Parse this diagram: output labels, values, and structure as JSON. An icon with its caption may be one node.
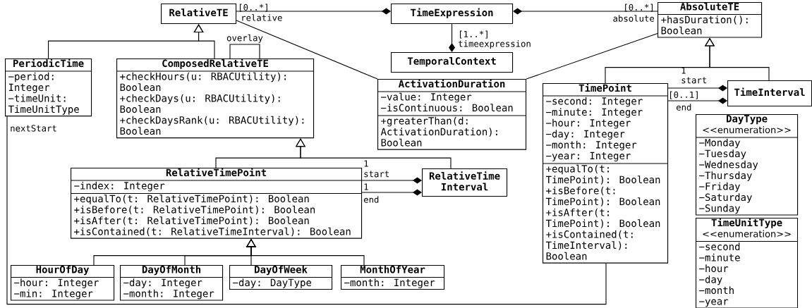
{
  "diagram": {
    "nodes": [
      {
        "text": [
          "RelativeTE"
        ]
      },
      {
        "text": [
          "TimeExpression"
        ]
      },
      {
        "text": [
          "AbsoluteTE",
          "+hasDuration(): Boolean"
        ]
      },
      {
        "text": [
          "TemporalContext"
        ]
      },
      {
        "text": [
          "PeriodicTime",
          "−period: Integer",
          "−timeUnit: TimeUnitType"
        ]
      },
      {
        "text": [
          "ComposedRelativeTE",
          "+checkHours(u: RBACUtility): Boolean",
          "+checkDays(u: RBACUtility): Boolean",
          "+checkDaysRank(u: RBACUtility): Boolean"
        ]
      },
      {
        "text": [
          "ActivationDuration",
          "−value: Integer",
          "−isContinuous: Boolean",
          "+greaterThan(d: ActivationDuration): Boolean"
        ]
      },
      {
        "text": [
          "TimePoint",
          "−second: Integer",
          "−minute: Integer",
          "−hour: Integer",
          "−day: Integer",
          "−month: Integer",
          "−year: Integer",
          "+equalTo(t: TimePoint): Boolean",
          "+isBefore(t: TimePoint): Boolean",
          "+isAfter(t: TimePoint): Boolean",
          "+isContained(t: TimeInterval): Boolean"
        ]
      },
      {
        "text": [
          "TimeInterval"
        ]
      },
      {
        "text": [
          "DayType",
          "<<enumeration>>",
          "−Monday",
          "−Tuesday",
          "−Wednesday",
          "−Thursday",
          "−Friday",
          "−Saturday",
          "−Sunday"
        ]
      },
      {
        "text": [
          "TimeUnitType",
          "<<enumeration>>",
          "−second",
          "−minute",
          "−hour",
          "−day",
          "−month",
          "−year"
        ]
      },
      {
        "text": [
          "RelativeTimePoint",
          "−index: Integer",
          "+equalTo(t: RelativeTimePoint): Boolean",
          "+isBefore(t: RelativeTimePoint): Boolean",
          "+isAfter(t: RelativeTimePoint): Boolean",
          "+isContained(t: RelativeTimeInterval): Boolean"
        ]
      },
      {
        "text": [
          "RelativeTime Interval"
        ]
      },
      {
        "text": [
          "HourOfDay",
          "−hour: Integer",
          "−min: Integer"
        ]
      },
      {
        "text": [
          "DayOfMonth",
          "−day: Integer",
          "−month: Integer"
        ]
      },
      {
        "text": [
          "DayOfWeek",
          "−day: DayType"
        ]
      },
      {
        "text": [
          "MonthOfYear",
          "−month: Integer"
        ]
      }
    ],
    "edges": [
      {
        "from": 0,
        "to": 1,
        "arrow": "other",
        "label": "relative"
      },
      {
        "from": 2,
        "to": 1,
        "arrow": "other",
        "label": "absolute"
      },
      {
        "from": 1,
        "to": 3,
        "arrow": "other",
        "label": "timeexpression"
      },
      {
        "from": 0,
        "to": 6,
        "arrow": "none"
      },
      {
        "from": 2,
        "to": 6,
        "arrow": "none"
      },
      {
        "from": 4,
        "to": 0,
        "arrow": "to"
      },
      {
        "from": 5,
        "to": 0,
        "arrow": "to"
      },
      {
        "from": 5,
        "to": 5,
        "arrow": "none",
        "label": "overlay"
      },
      {
        "from": 11,
        "to": 5,
        "arrow": "to"
      },
      {
        "from": 12,
        "to": 5,
        "arrow": "to"
      },
      {
        "from": 11,
        "to": 12,
        "arrow": "other",
        "label": "start"
      },
      {
        "from": 11,
        "to": 12,
        "arrow": "other",
        "label": "end"
      },
      {
        "from": 7,
        "to": 2,
        "arrow": "to"
      },
      {
        "from": 8,
        "to": 2,
        "arrow": "to"
      },
      {
        "from": 7,
        "to": 8,
        "arrow": "other",
        "label": "start"
      },
      {
        "from": 7,
        "to": 8,
        "arrow": "other",
        "label": "end"
      },
      {
        "from": 13,
        "to": 11,
        "arrow": "to"
      },
      {
        "from": 14,
        "to": 11,
        "arrow": "to"
      },
      {
        "from": 15,
        "to": 11,
        "arrow": "to"
      },
      {
        "from": 16,
        "to": 11,
        "arrow": "to"
      },
      {
        "from": 4,
        "to": 7,
        "arrow": "none",
        "label": "nextStart"
      }
    ],
    "labels": [
      "[0..*]",
      "[0..*]",
      "[1..*]",
      "1",
      "[0..1]",
      "1",
      "1"
    ]
  }
}
